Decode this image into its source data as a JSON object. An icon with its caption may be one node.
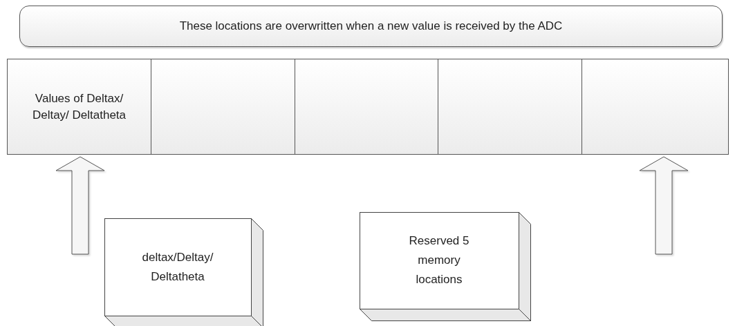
{
  "diagram": {
    "nodes": [
      {
        "text": [
          "These locations are overwritten when a new value is received by the ADC"
        ]
      },
      {
        "text": [
          "Values of Deltax/ Deltay/ Deltatheta"
        ]
      },
      {
        "text": [],
        "shape": "box"
      },
      {
        "text": [],
        "shape": "box"
      },
      {
        "text": [],
        "shape": "box"
      },
      {
        "text": [],
        "shape": "box"
      },
      {
        "text": [
          "deltax/Deltay/ Deltatheta"
        ]
      },
      {
        "text": [
          "Reserved 5 memory locations"
        ]
      }
    ],
    "edges": [
      {
        "from": null,
        "to": 1,
        "arrow": "to",
        "style": "thick"
      },
      {
        "from": null,
        "to": 5,
        "arrow": "to",
        "style": "thick"
      }
    ]
  }
}
